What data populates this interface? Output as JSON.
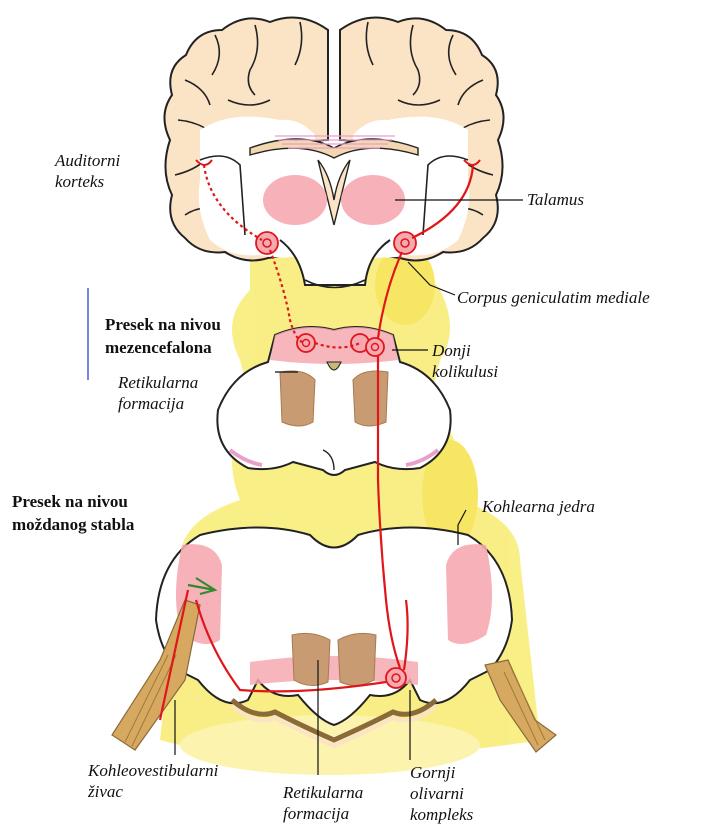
{
  "labels": {
    "auditory_cortex": [
      "Auditorni",
      "korteks"
    ],
    "thalamus": "Talamus",
    "medial_geniculate": "Corpus geniculatim mediale",
    "inferior_colliculi": [
      "Donji",
      "kolikulusi"
    ],
    "reticular_formation_upper": [
      "Retikularna",
      "formacija"
    ],
    "cochlear_nuclei": "Kohlearna jedra",
    "cochleovestibular_nerve": [
      "Kohleovestibularni",
      "živac"
    ],
    "reticular_formation_lower": [
      "Retikularna",
      "formacija"
    ],
    "superior_olivary_complex": [
      "Gornji",
      "olivarni",
      "kompleks"
    ]
  },
  "headings": {
    "midbrain_section": [
      "Presek na nivou",
      "mezencefalona"
    ],
    "brainstem_section": [
      "Presek na nivou",
      "moždanog stabla"
    ]
  },
  "colors": {
    "brain_fill": "#fbe3c6",
    "outline": "#222222",
    "nucleus_pink": "#f6a9b0",
    "reticular_brown": "#c99b72",
    "pathway_red": "#e0161a",
    "yellow_glow": "#f8ec72",
    "white_matter": "#ffffff",
    "nerve_tan": "#d6a860",
    "accent_blue": "#3a4fd6",
    "nerve_green": "#2f8a2c"
  }
}
